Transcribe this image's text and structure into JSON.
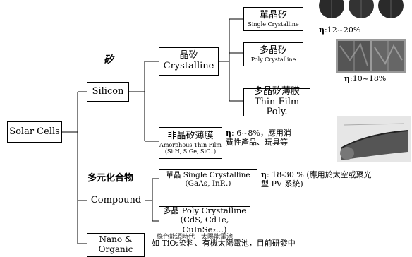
{
  "root": "Solar Cells",
  "silicon": {
    "label": "Silicon",
    "zh_label": "矽"
  },
  "crystalline": {
    "zh": "晶矽",
    "en": "Crystalline"
  },
  "single_crystalline": {
    "zh": "單晶矽",
    "en": "Single Crystalline"
  },
  "poly_crystalline": {
    "zh": "多晶矽",
    "en": "Poly Crystalline"
  },
  "thin_film_poly": {
    "zh": "多晶矽薄膜",
    "en": "Thin Film Poly."
  },
  "amorphous": {
    "zh": "非晶矽薄膜",
    "en": "Amorphous Thin Film",
    "detail": "(Si:H, SiGe, SiC..)"
  },
  "eff_single": {
    "symbol": "η",
    "value": ":12~20%"
  },
  "eff_poly": {
    "symbol": "η",
    "value": ":10~18%"
  },
  "eff_amorphous": {
    "symbol": "η",
    "line1": ": 6~8%，應用消",
    "line2": "費性產品、玩具等"
  },
  "compound": {
    "label": "Compound",
    "zh_label": "多元化合物"
  },
  "compound_single": {
    "line1": "單晶 Single Crystalline",
    "line2": "(GaAs, InP..)"
  },
  "compound_poly": {
    "line1": "多晶 Poly Crystalline",
    "line2": "(CdS, CdTe, CuInSe₂...)"
  },
  "eff_compound": {
    "symbol": "η",
    "line1": ": 18-30 % (應用於太空或聚光",
    "line2": "型 PV 系統)"
  },
  "nano": {
    "line1": "Nano &",
    "line2": "Organic"
  },
  "nano_desc": "如 TiO₂染料、有機太陽電池，目前研發中",
  "overlay_text": "綠色能源時代—太陽能電池",
  "colors": {
    "line": "#000000",
    "background": "#ffffff"
  }
}
